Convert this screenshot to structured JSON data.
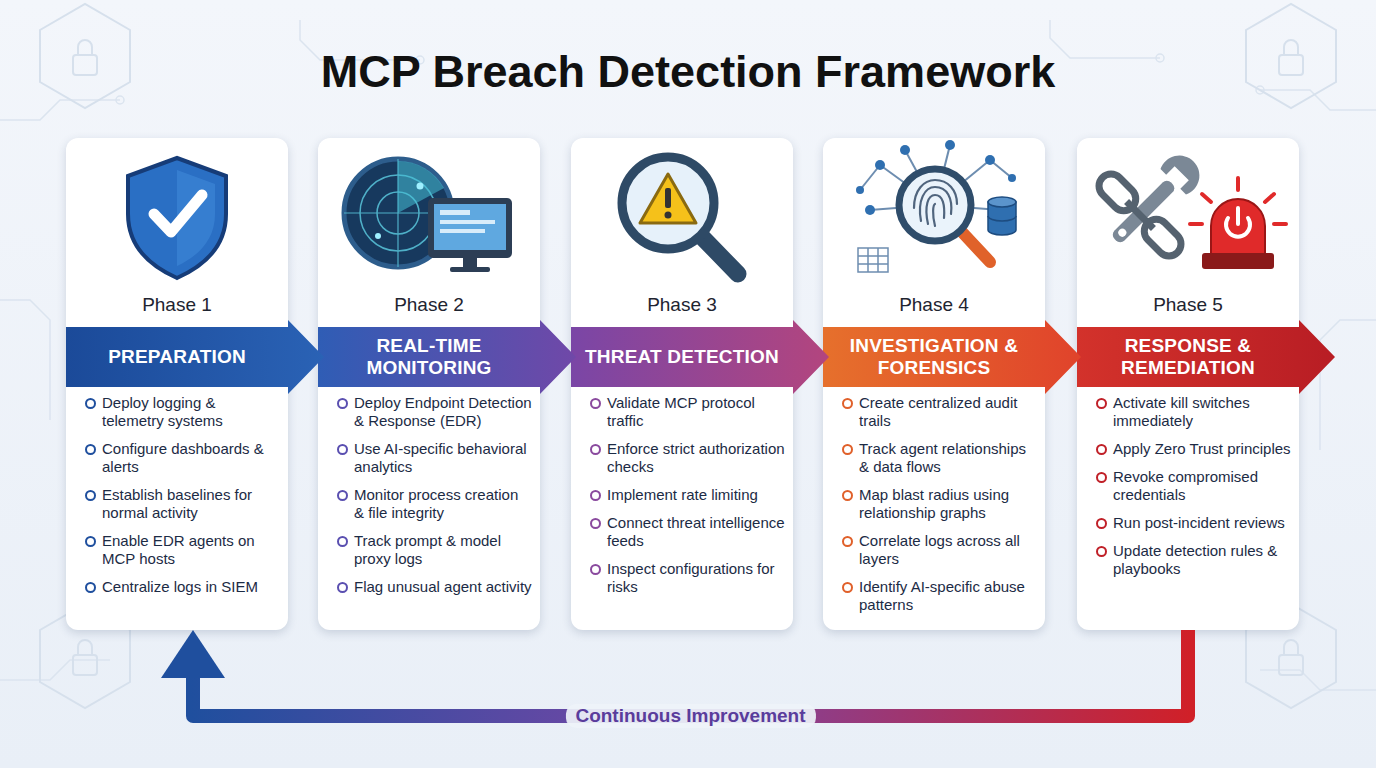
{
  "diagram": {
    "title": "MCP Breach Detection Framework",
    "nodes": [
      {
        "text": [
          "Phase 1",
          "Deploy logging & telemetry systems",
          "Configure dashboards & alerts",
          "Establish baselines for normal activity",
          "Enable EDR agents on MCP hosts",
          "Centralize logs in SIEM"
        ]
      },
      {
        "text": [
          "PREPARATION"
        ],
        "in": 0
      },
      {
        "text": [
          "Phase 2",
          "Deploy Endpoint Detection & Response (EDR)",
          "Use AI-specific behavioral analytics",
          "Monitor process creation & file integrity",
          "Track prompt & model proxy logs",
          "Flag unusual agent activity"
        ]
      },
      {
        "text": [
          "REAL-TIME MONITORING"
        ],
        "in": 2
      },
      {
        "text": [
          "Phase 3",
          "Validate MCP protocol traffic",
          "Enforce strict authorization checks",
          "Implement rate limiting",
          "Connect threat intelligence feeds",
          "Inspect configurations for risks"
        ]
      },
      {
        "text": [
          "THREAT DETECTION"
        ],
        "in": 4
      },
      {
        "text": [
          "Phase 4",
          "Create centralized audit trails",
          "Track agent relationships & data flows",
          "Map blast radius using relationship graphs",
          "Correlate logs across all layers",
          "Identify AI-specific abuse patterns"
        ]
      },
      {
        "text": [
          "INVESTIGATION & FORENSICS"
        ],
        "in": 6
      },
      {
        "text": [
          "Phase 5",
          "Activate kill switches immediately",
          "Apply Zero Trust principles",
          "Revoke compromised credentials",
          "Run post-incident reviews",
          "Update detection rules & playbooks"
        ]
      },
      {
        "text": [
          "RESPONSE & REMEDIATION"
        ],
        "in": 8
      }
    ],
    "edges": [
      {
        "from": 8,
        "to": 0,
        "arrow": "to",
        "label": "Continuous Improvement"
      }
    ]
  }
}
